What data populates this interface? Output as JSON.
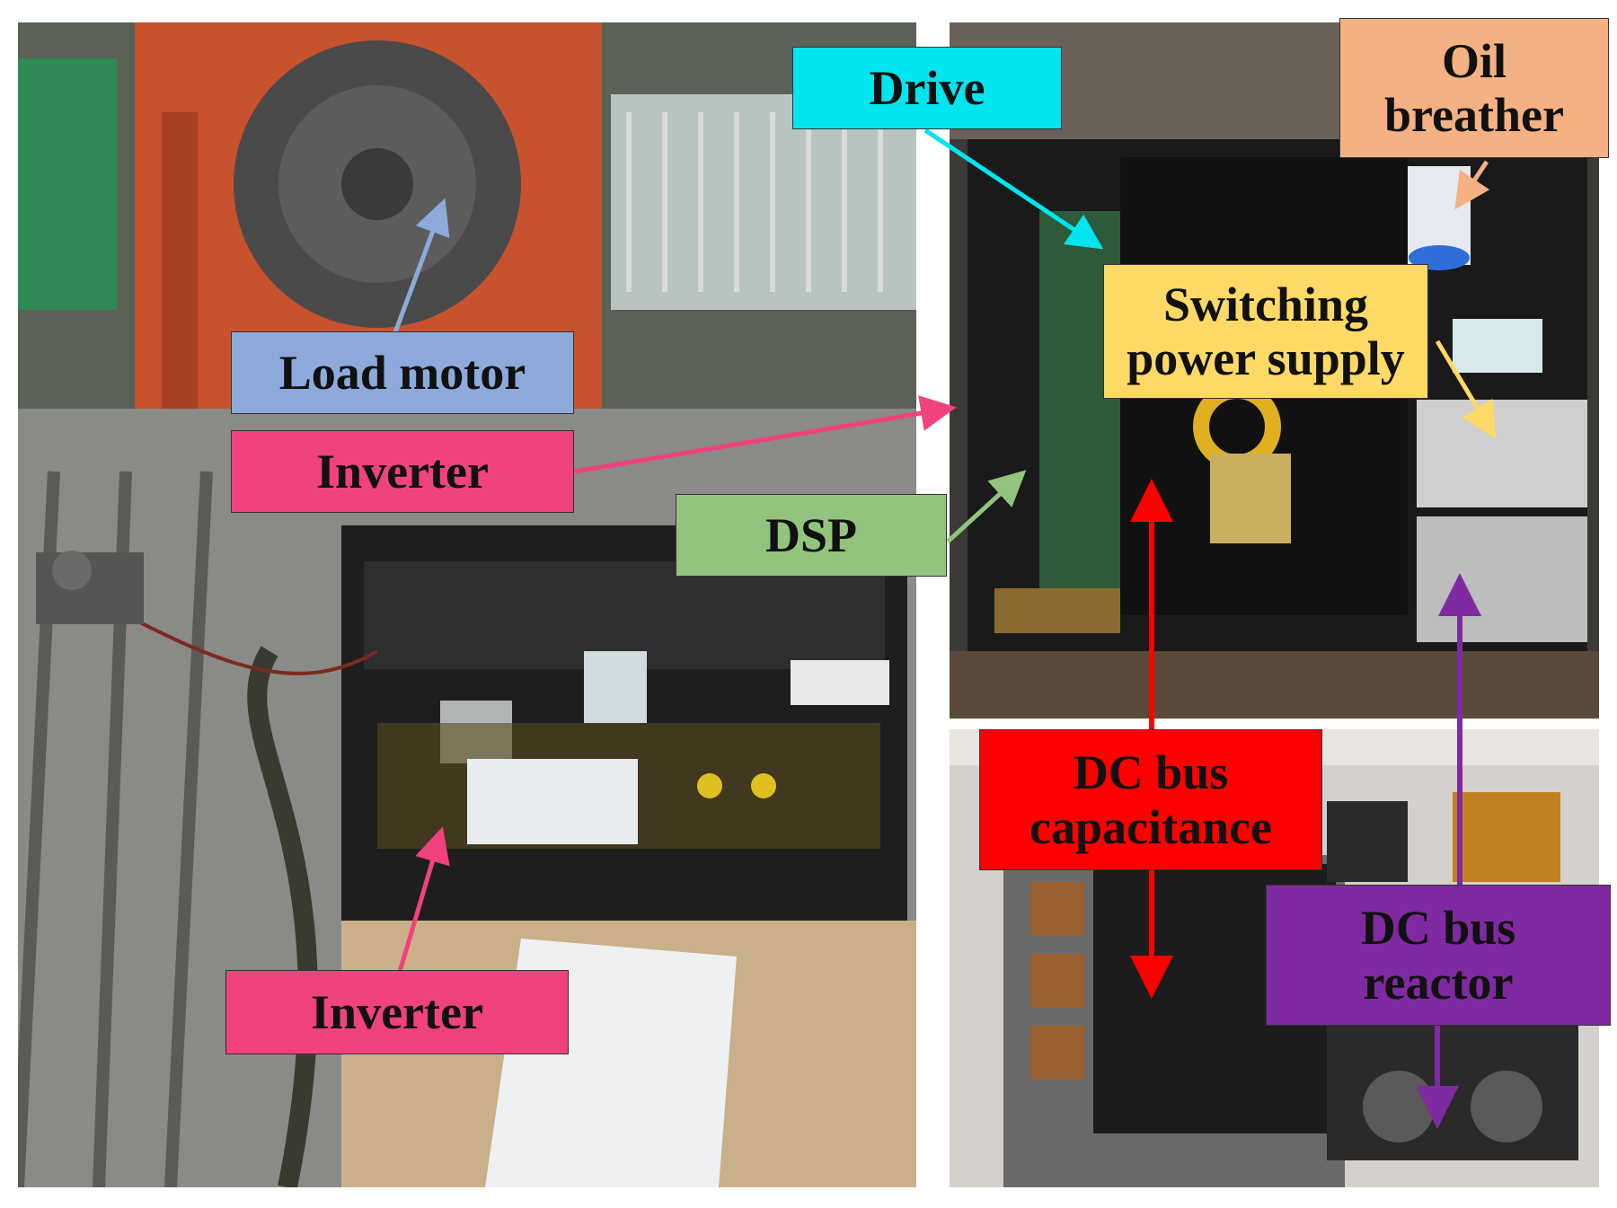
{
  "labels": {
    "load_motor": "Load motor",
    "inverter_top": "Inverter",
    "inverter_bottom": "Inverter",
    "dsp": "DSP",
    "drive": "Drive",
    "oil_breather": "Oil\nbreather",
    "switching_power_supply": "Switching\npower supply",
    "dc_bus_capacitance": "DC bus\ncapacitance",
    "dc_bus_reactor": "DC bus\nreactor"
  },
  "colors": {
    "load_motor": "#8eaadb",
    "inverter": "#f0427f",
    "dsp": "#93c47d",
    "drive": "#00e5ee",
    "oil_breather": "#f4b183",
    "switching_power_supply": "#ffd966",
    "dc_bus_capacitance": "#ff0000",
    "dc_bus_reactor": "#7f2aa0"
  }
}
